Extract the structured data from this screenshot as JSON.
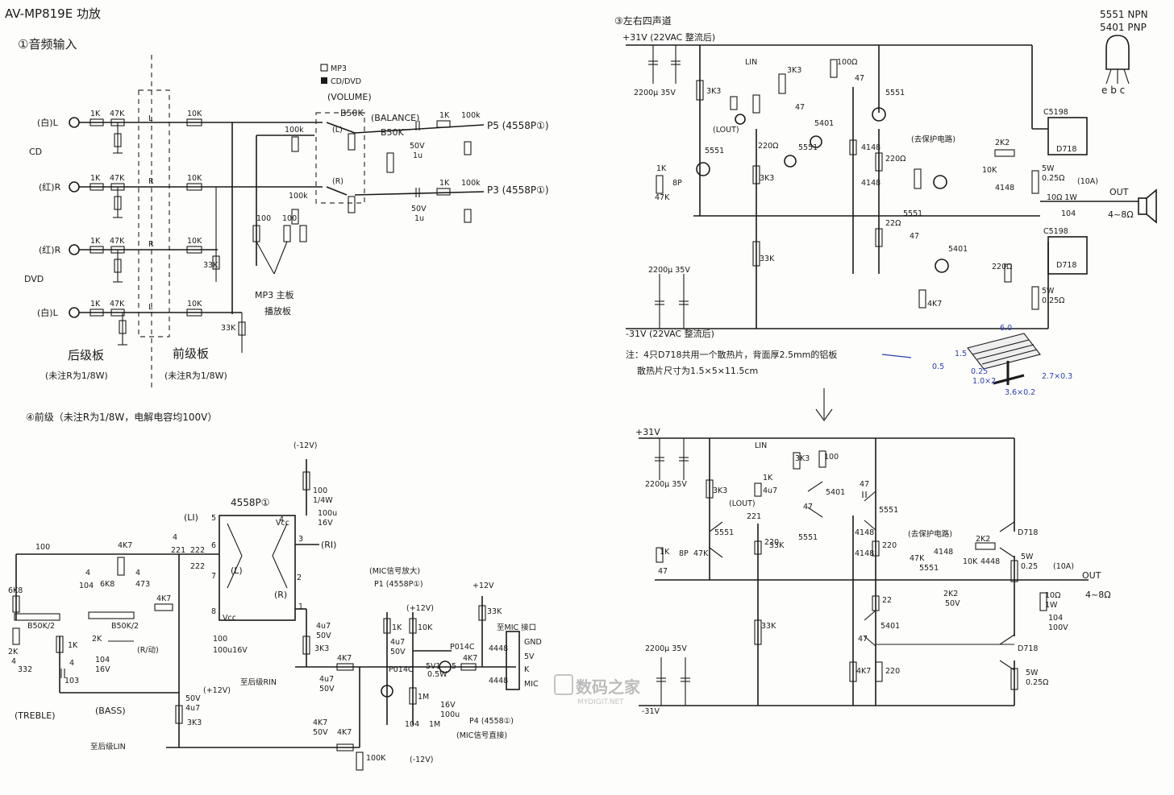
{
  "titles": {
    "main": "AV-MP819E 功放",
    "s1": "①音频输入",
    "s2": "③左右四声道",
    "s3": "④前级（未注R为1/8W，电解电容均100V）"
  },
  "selector": {
    "mp3": "MP3",
    "cd": "CD/DVD"
  },
  "pots": {
    "volume": "(VOLUME)",
    "balance": "(BALANCE)",
    "b50k": "B50K"
  },
  "boards": {
    "rear": "后级板",
    "rear_note": "(未注R为1/8W)",
    "front": "前级板",
    "front_note": "(未注R为1/8W)",
    "mp3": "MP3 主板",
    "mp3b": "播放板"
  },
  "inputs": {
    "cd": "CD",
    "dvd": "DVD",
    "l": "(白)L",
    "r": "(红)R"
  },
  "outputs": {
    "p5": "P5 (4558P①)",
    "p3": "P3 (4558P①)"
  },
  "power": {
    "pos31": "+31V (22VAC 整流后)",
    "neg31": "-31V (22VAC 整流后)",
    "cap": "2200μ 35V",
    "v31": "+31V",
    "vneg31": "-31V"
  },
  "amp": {
    "lin": "LIN",
    "lout": "(LOUT)",
    "protect": "(去保护电路)",
    "c5198": "C5198",
    "d718": "D718",
    "out": "OUT",
    "spk": "4~8Ω",
    "fuse": "(10A)",
    "res5w": "5W 0.25Ω"
  },
  "transistor": {
    "npn": "5551 NPN",
    "pnp": "5401 PNP",
    "pins": "e b c"
  },
  "heatsink": {
    "note1": "注：4只D718共用一个散热片，背面厚2.5mm的铝板",
    "note2": "散热片尺寸为1.5×5×11.5cm",
    "dims": [
      "6.0",
      "1.5",
      "0.25",
      "0.5",
      "1.0×2",
      "2.7×0.3",
      "3.6×0.2"
    ]
  },
  "preamp": {
    "ic": "4558P①",
    "l": "(L)",
    "r": "(R)",
    "li": "(LI)",
    "ri": "(RI)",
    "rin": "至后级RIN",
    "lin": "至后级LIN",
    "treble": "(TREBLE)",
    "bass": "(BASS)",
    "vcc": "Vcc",
    "vneg": "(-12V)",
    "vpos": "(+12V)",
    "rdyn": "(R/动)"
  },
  "mic": {
    "title": "(MIC信号放大)",
    "p1": "P1 (4558P①)",
    "p4": "P4 (4558①)",
    "sub": "(MIC信号直接)",
    "conn": "至MIC 接口",
    "gnd": "GND",
    "v5": "5V",
    "k": "K",
    "mic": "MIC"
  },
  "watermark": {
    "main": "数码之家",
    "sub": "MYDIGIT.NET"
  }
}
